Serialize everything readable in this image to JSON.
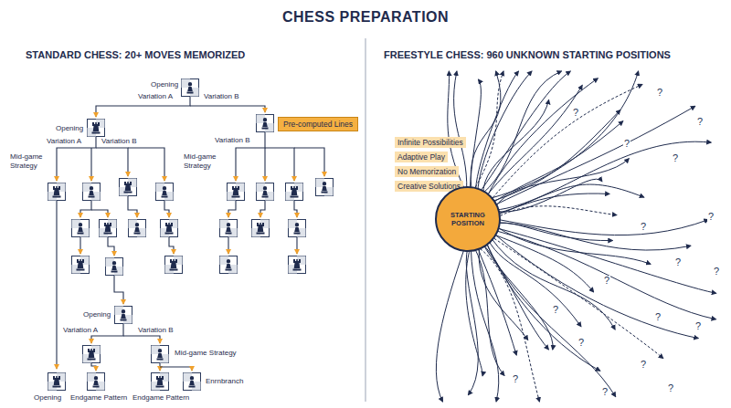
{
  "diagram": {
    "title": "CHESS PREPARATION",
    "nodes": [
      {
        "text": [
          "Pre-computed Lines"
        ]
      },
      {
        "text": [
          "Infinite Possibilities"
        ]
      },
      {
        "text": [
          "Adaptive Play"
        ]
      },
      {
        "text": [
          "No Memorization"
        ]
      },
      {
        "text": [
          "Creative Solutions"
        ]
      },
      {
        "text": [
          "STARTING POSITION"
        ]
      }
    ],
    "labels": [
      "STANDARD CHESS: 20+ MOVES MEMORIZED",
      "FREESTYLE CHESS: 960 UNKNOWN STARTING POSITIONS",
      "Opening",
      "Variation A",
      "Variation B",
      "Opening",
      "Variation A",
      "Variation B",
      "Mid-game Strategy",
      "Variation B",
      "Mid-game Strategy",
      "Opening",
      "Variation A",
      "Variation B",
      "Mid-game Strategy",
      "Opening",
      "Endgame Pattern",
      "Endgame Pattern",
      "Enrnbranch",
      "?",
      "?",
      "?",
      "?",
      "?",
      "?",
      "?",
      "?",
      "?",
      "?",
      "?",
      "?",
      "?",
      "?",
      "?",
      "?",
      "?",
      "?"
    ]
  }
}
